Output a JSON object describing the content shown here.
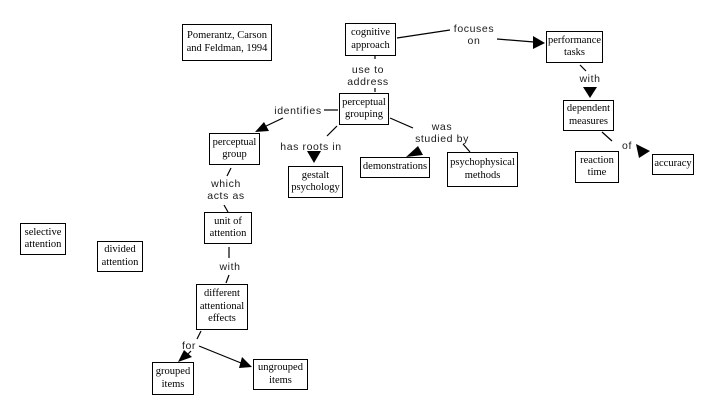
{
  "diagram": {
    "kind": "concept-map",
    "topic": "cognitive approach to perceptual grouping",
    "colors": {
      "background": "#ffffff",
      "box_fill": "#ffffff",
      "box_border": "#000000",
      "line": "#000000",
      "text": "#000000",
      "label_text": "#1a1a1a"
    },
    "nodes": {
      "citation": "Pomerantz, Carson\nand Feldman, 1994",
      "cognitive_approach": "cognitive\napproach",
      "performance_tasks": "performance\ntasks",
      "dependent_measures": "dependent\nmeasures",
      "reaction_time": "reaction\ntime",
      "accuracy": "accuracy",
      "perceptual_grouping": "perceptual\ngrouping",
      "perceptual_group": "perceptual\ngroup",
      "gestalt_psychology": "gestalt\npsychology",
      "demonstrations": "demonstrations",
      "psychophysical_methods": "psychophysical\nmethods",
      "unit_of_attention": "unit of\nattention",
      "different_attentional_effects": "different\nattentional\neffects",
      "grouped_items": "grouped\nitems",
      "ungrouped_items": "ungrouped\nitems",
      "selective_attention": "selective\nattention",
      "divided_attention": "divided\nattention"
    },
    "link_labels": {
      "focuses_on": "focuses\non",
      "use_to_address": "use to\naddress",
      "identifies": "identifies",
      "has_roots_in": "has roots in",
      "was_studied_by": "was\nstudied by",
      "which_acts_as": "which\nacts as",
      "with_measures": "with",
      "of": "of",
      "with_effects": "with",
      "for": "for"
    },
    "edges": [
      {
        "from": "cognitive approach",
        "label": "focuses on",
        "to": "performance tasks"
      },
      {
        "from": "cognitive approach",
        "label": "use to address",
        "to": "perceptual grouping"
      },
      {
        "from": "performance tasks",
        "label": "with",
        "to": "dependent measures"
      },
      {
        "from": "dependent measures",
        "label": "of",
        "to": "reaction time"
      },
      {
        "from": "dependent measures",
        "label": "of",
        "to": "accuracy"
      },
      {
        "from": "perceptual grouping",
        "label": "identifies",
        "to": "perceptual group"
      },
      {
        "from": "perceptual grouping",
        "label": "has roots in",
        "to": "gestalt psychology"
      },
      {
        "from": "perceptual grouping",
        "label": "was studied by",
        "to": "demonstrations"
      },
      {
        "from": "perceptual grouping",
        "label": "was studied by",
        "to": "psychophysical methods"
      },
      {
        "from": "perceptual group",
        "label": "which acts as",
        "to": "unit of attention"
      },
      {
        "from": "unit of attention",
        "label": "with",
        "to": "different attentional effects"
      },
      {
        "from": "different attentional effects",
        "label": "for",
        "to": "grouped items"
      },
      {
        "from": "different attentional effects",
        "label": "for",
        "to": "ungrouped items"
      }
    ]
  }
}
